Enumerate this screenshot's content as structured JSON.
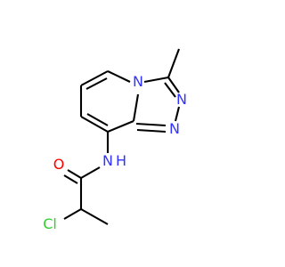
{
  "molecule": {
    "atoms": {
      "n_ring_bridge": {
        "text": "N"
      },
      "n_triazole_right": {
        "text": "N"
      },
      "n_triazole_bottom": {
        "text": "N"
      },
      "n_amide": {
        "text": "N"
      },
      "h_amide": {
        "text": "H"
      },
      "o_carbonyl": {
        "text": "O"
      },
      "cl": {
        "text": "Cl"
      }
    },
    "colors": {
      "bond": "#000000",
      "nitrogen": "#3333ff",
      "oxygen": "#ff0000",
      "chlorine": "#33cc33"
    }
  }
}
